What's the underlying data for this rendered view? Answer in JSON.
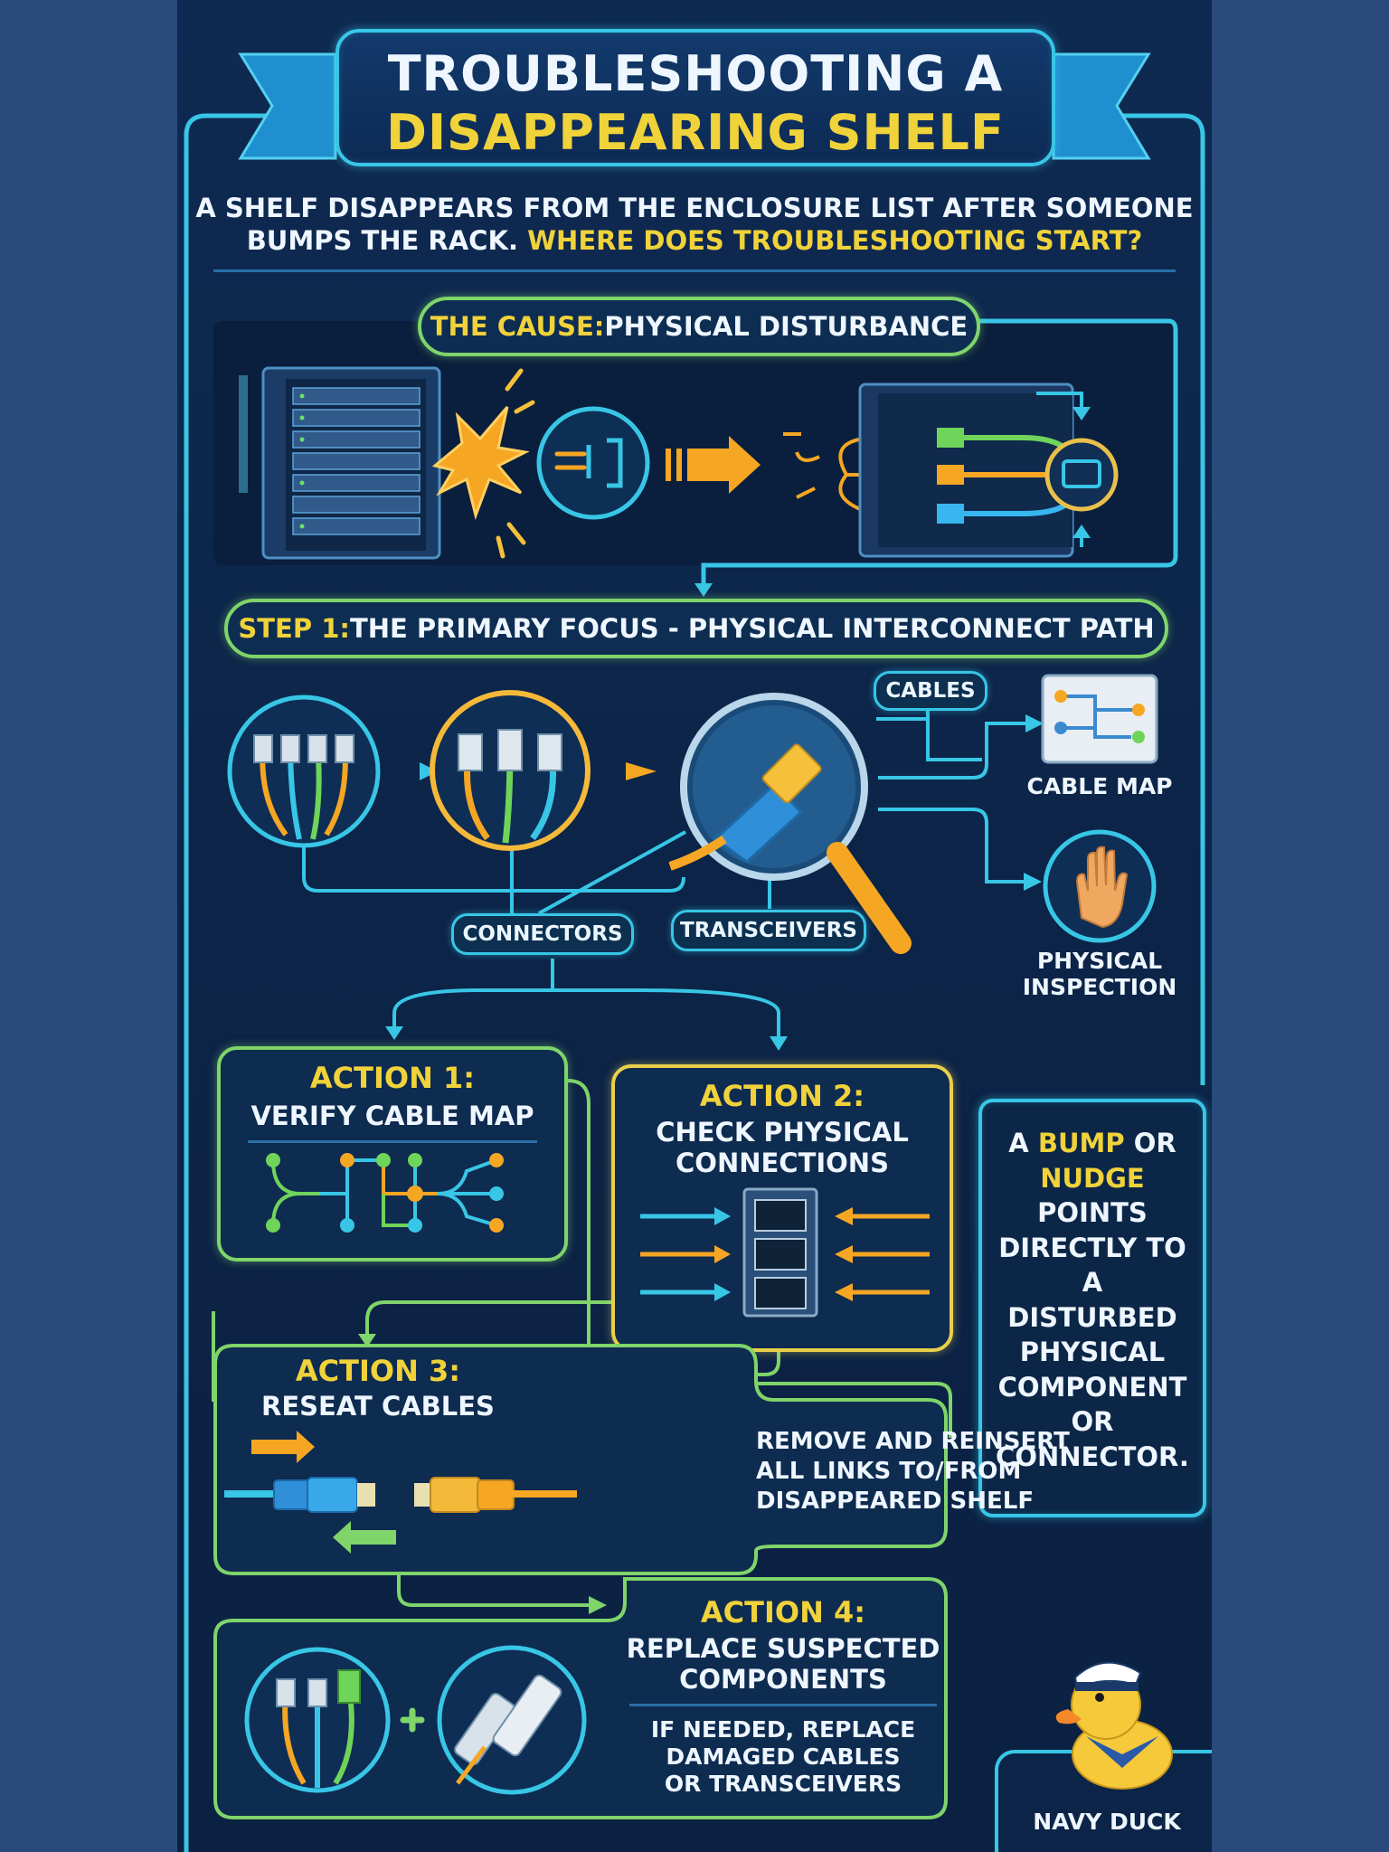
{
  "title": {
    "line1": "TROUBLESHOOTING A",
    "line2": "DISAPPEARING SHELF"
  },
  "intro": {
    "line1": "A SHELF DISAPPEARS FROM THE ENCLOSURE LIST AFTER SOMEONE",
    "line2_white": "BUMPS THE RACK. ",
    "line2_yellow": "WHERE DOES TROUBLESHOOTING START?"
  },
  "cause": {
    "label": "THE CAUSE:",
    "text": " PHYSICAL DISTURBANCE"
  },
  "step1": {
    "label": "STEP 1:",
    "text": " THE PRIMARY FOCUS - PHYSICAL INTERCONNECT PATH"
  },
  "tags": {
    "cables": "CABLES",
    "connectors": "CONNECTORS",
    "transceivers": "TRANSCEIVERS"
  },
  "side": {
    "cable_map": "CABLE MAP",
    "physical_1": "PHYSICAL",
    "physical_2": "INSPECTION"
  },
  "action1": {
    "heading": "ACTION 1:",
    "text": "VERIFY CABLE MAP"
  },
  "action2": {
    "heading": "ACTION 2:",
    "line1": "CHECK PHYSICAL",
    "line2": "CONNECTIONS"
  },
  "action3": {
    "heading": "ACTION 3:",
    "text": "RESEAT CABLES",
    "d1": "REMOVE AND REINSERT",
    "d2": "ALL LINKS TO/FROM",
    "d3": "DISAPPEARED SHELF"
  },
  "action4": {
    "heading": "ACTION 4:",
    "line1": "REPLACE SUSPECTED",
    "line2": "COMPONENTS",
    "d1": "IF NEEDED, REPLACE",
    "d2": "DAMAGED CABLES",
    "d3": "OR TRANSCEIVERS"
  },
  "note": {
    "w1": "A ",
    "y1": "BUMP",
    "w2": " OR",
    "y2": "NUDGE",
    "l3": "POINTS",
    "l4": "DIRECTLY TO",
    "l5": "A",
    "l6": "DISTURBED",
    "l7": "PHYSICAL",
    "l8": "COMPONENT",
    "l9": "OR",
    "l10": "CONNECTOR."
  },
  "mascot": {
    "label": "NAVY DUCK"
  },
  "icons": [
    "server-rack-icon",
    "impact-burst-icon",
    "plug-disconnect-icon",
    "arrow-right-icon",
    "network-switch-icon",
    "cable-bundle-icon",
    "magnifier-icon",
    "cable-map-icon",
    "hand-icon",
    "port-icon",
    "duck-mascot-icon"
  ],
  "colors": {
    "cyan": "#38c6e6",
    "green": "#7fd46a",
    "yellow": "#f0d23a",
    "orange": "#f5a623",
    "navy": "#0c2447"
  }
}
